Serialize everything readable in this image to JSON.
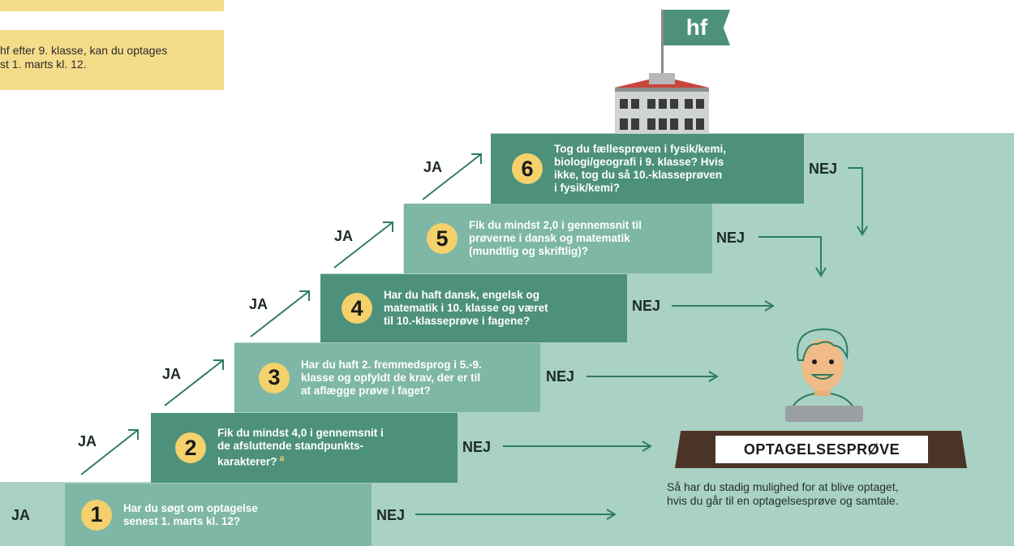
{
  "notes": {
    "note2_text": "hf efter 9. klasse, kan du optages\nst 1. marts kl. 12."
  },
  "flag": {
    "label": "hf"
  },
  "steps": [
    {
      "num": "1",
      "question": "Har du søgt om optagelse\nsenest 1. marts kl. 12?"
    },
    {
      "num": "2",
      "question": "Fik du mindst 4,0 i gennemsnit i\nde afsluttende standpunkts-\nkarakterer?",
      "footnote": "a"
    },
    {
      "num": "3",
      "question": "Har du haft 2. fremmedsprog i 5.-9.\nklasse og opfyldt de krav, der er til\nat aflægge prøve i faget?"
    },
    {
      "num": "4",
      "question": "Har du haft dansk, engelsk og\nmatematik i 10. klasse og været\ntil 10.-klasseprøve i fagene?"
    },
    {
      "num": "5",
      "question": "Fik du mindst 2,0 i gennemsnit til\nprøverne i dansk og matematik\n(mundtlig og skriftlig)?"
    },
    {
      "num": "6",
      "question": "Tog du fællesprøven i fysik/kemi,\nbiologi/geografi i 9. klasse? Hvis\nikke, tog du så 10.-klasseprøven\ni fysik/kemi?"
    }
  ],
  "yes_label": "JA",
  "no_label": "NEJ",
  "outcome": {
    "label": "OPTAGELSESPRØVE",
    "description": "Så har du stadig mulighed for at blive optaget,\nhvis du går til en optagelsesprøve og samtale."
  },
  "colors": {
    "background_green": "#a9d1c4",
    "step_light": "#7fb7a6",
    "step_dark": "#4d917c",
    "number_circle": "#f4d16b",
    "note_yellow": "#f5dc8a",
    "arrow": "#2e7d62"
  }
}
